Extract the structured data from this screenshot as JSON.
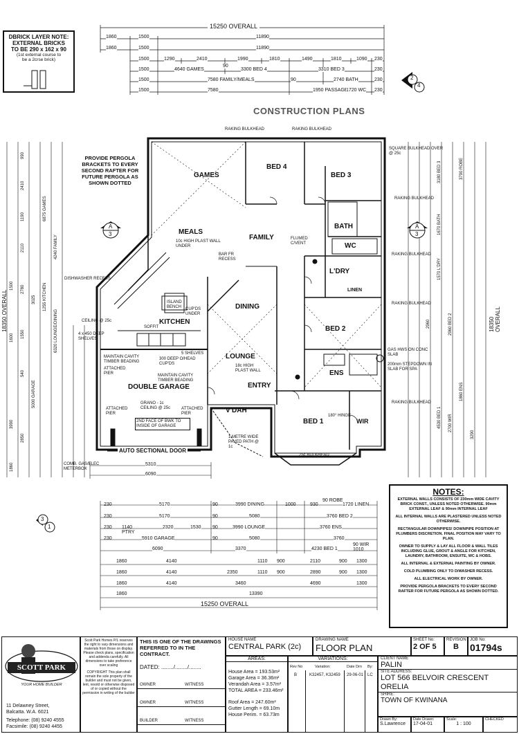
{
  "brick_note": {
    "title": "DBRICK LAYER NOTE:",
    "l1": "EXTERNAL BRICKS",
    "l2": "TO BE 290 x 162 x 90",
    "l3": "(1st external course to",
    "l4": "be a 2crse brick)"
  },
  "top_dims": {
    "overall": "15250 OVERALL",
    "r1": [
      "1860",
      "1500",
      "11890"
    ],
    "r2": [
      "1860",
      "1500",
      "11890"
    ],
    "r3": [
      "1500",
      "1290",
      "2410",
      "1990",
      "1810",
      "1490",
      "1810",
      "1090",
      "230"
    ],
    "r4": [
      "1500",
      "4640 GAMES",
      "90",
      "3300 BED 4",
      "3310 BED 3",
      "230"
    ],
    "r5": [
      "1500",
      "7580 FAMILY/MEALS",
      "90",
      "2740 BATH",
      "230"
    ],
    "r6": [
      "1500",
      "7580",
      "1950 PASSAGE",
      "1720 WC",
      "230"
    ]
  },
  "heading": "CONSTRUCTION PLANS",
  "pergola_note": [
    "PROVIDE PERGOLA",
    "BRACKETS TO EVERY",
    "SECOND RAFTER FOR",
    "FUTURE PERGOLA AS",
    "SHOWN DOTTED"
  ],
  "rooms": {
    "games": "GAMES",
    "bed4": "BED 4",
    "bed3": "BED 3",
    "meals": "MEALS",
    "family": "FAMILY",
    "bath": "BATH",
    "wc": "WC",
    "ldry": "L'DRY",
    "linen": "LINEN",
    "dining": "DINING",
    "kitchen": "KITCHEN",
    "bed2": "BED 2",
    "lounge": "LOUNGE",
    "ens": "ENS",
    "entry": "ENTRY",
    "vdah": "V'DAH",
    "double_garage": "DOUBLE GARAGE",
    "bed1": "BED 1",
    "wir": "WIR",
    "auto_door": "AUTO SECTIONAL DOOR"
  },
  "annotations": {
    "raking_bulkhead": "RAKING BULKHEAD",
    "square_bulkhead": "SQUARE BULKHEAD OVER @ 25c",
    "dishwasher": "DISHWASHER RECESS",
    "high_plast": "10c HIGH PLAST WALL UNDER",
    "bar_fr": "BAR FR RECESS",
    "island": "ISLAND BENCH",
    "cupds": "CUP'DS UNDER",
    "ceiling": "CEILING @ 25c",
    "shelves": "4 x 450 DEEP SHELVES",
    "soffit": "SOFFIT",
    "five_shelves": "5 SHELVES",
    "cupds_300": "300 DEEP O/HEAD CUP'DS",
    "cavity1": "MAINTAIN CAVITY TIMBER BEADING",
    "cavity2": "MAINTAIN CAVITY TIMBER BEADING",
    "attached": "ATTACHED PIER",
    "grano": "GRANO - 1c CEILING @ 25c",
    "bwk_face": "2ND FACE OF BWK TO INSIDE OF GARAGE",
    "gas_hws": "GAS HWS ON CONC SLAB",
    "step_down": "200mm STEPDOWN IN SLAB FOR SPA",
    "flumed": "FLUMED C/VENT",
    "paved": "1 METRE WIDE PAVED PATH @ 1c",
    "meterbox": "COMB. GAS/ELEC METERBOX",
    "bulkhead_25": "25c BULKHEAD",
    "hinge": "180° HINGE",
    "lounge_wall": "18c HIGH PLAST WALL"
  },
  "left_dims": {
    "overall": "18350 OVERALL",
    "items": [
      "990",
      "2410",
      "1190",
      "6875 GAMES",
      "4240 FAMILY",
      "2110",
      "1500",
      "2780",
      "3025",
      "1255 KITCHEN",
      "1550",
      "1600",
      "6320 LOUNGE/DINING",
      "540",
      "5000 GARAGE",
      "3990",
      "2850",
      "1860"
    ]
  },
  "right_dims": {
    "overall": "18350 OVERALL",
    "items": [
      "3180 BED 3",
      "3790 ROBE",
      "1670 BATH",
      "1570 L'DRY",
      "2960",
      "2960 BED 2",
      "4530 BED 1",
      "2700 WIR",
      "3290",
      "1860 ENS"
    ]
  },
  "bottom_dims": {
    "overall": "15250 OVERALL",
    "r1": [
      "230",
      "5170",
      "90",
      "3990 DINING",
      "1000",
      "930",
      "90 ROBE",
      "1720 LINEN"
    ],
    "r2": [
      "230",
      "5170",
      "90",
      "5080",
      "3760 BED 2"
    ],
    "r3": [
      "230",
      "1140 PTRY",
      "2320",
      "1530",
      "90",
      "3990 LOUNGE",
      "3760 ENS"
    ],
    "r4": [
      "230",
      "5910 GARAGE",
      "90",
      "5080",
      "3760"
    ],
    "r5": [
      "6090",
      "3370",
      "4230 BED 1",
      "90 WIR 1010"
    ],
    "r6": [
      "1860",
      "4140",
      "1110",
      "900",
      "2110",
      "900",
      "1300"
    ],
    "r7": [
      "1860",
      "4140",
      "2350",
      "1110",
      "900",
      "2890",
      "900",
      "1300"
    ],
    "r8": [
      "1860",
      "4140",
      "3460",
      "4690",
      "1300"
    ],
    "r9": [
      "1860",
      "13390"
    ],
    "garage_w": "5310",
    "garage_total": "6090"
  },
  "notes": {
    "title": "NOTES:",
    "items": [
      "EXTERNAL WALLS CONSISTS OF 230mm WIDE CAVITY BRICK CONST., UNLESS NOTED OTHERWISE. 90mm EXTERNAL LEAF & 90mm INTERNAL LEAF",
      "ALL INTERNAL WALLS ARE PLASTERED UNLESS NOTED OTHERWISE.",
      "RECTANGULAR DOWNPIPES! DOWNPIPE POSITION AT PLUMBERS DISCRETION. FINAL POSITION MAY VARY TO PLAN.",
      "OWNER TO SUPPLY & LAY ALL FLOOR & WALL TILES INCLUDING GLUE, GROUT & ANGLE FOR KITCHEN, LAUNDRY, BATHROOM, ENSUITE, WC & HOBS.",
      "ALL INTERNAL & EXTERNAL PAINTING BY OWNER.",
      "COLD PLUMBING ONLY TO D/WASHER RECESS.",
      "ALL ELECTRICAL WORK BY OWNER.",
      "PROVIDE PERGOLA BRACKETS TO EVERY SECOND RAFTER FOR FUTURE PERGOLA AS SHOWN DOTTED."
    ]
  },
  "title_block": {
    "logo": "SCOTT PARK",
    "logo_tag": "YOUR HOME BUILDER",
    "address1": "11 Delawney Street,",
    "address2": "Balcatta. W.A.   6021",
    "tel": "Telephone: (08) 9240 4555",
    "fax": "Facsimile:  (08) 9240 4455",
    "disclaimer": "Scott Park Homes P/L reserves the right to vary dimensions and materials from those on display. Please check plans, specification and addenda carefully. All dimensions to take preference over scaling",
    "copyright": "COPYRIGHT This plan shall remain the sole property of the builder and must not be given, lent, resold or otherwise disposed of or copied without the permission in writing of the builder",
    "contract_note": "THIS IS ONE OF THE DRAWINGS REFERRED TO IN THE CONTRACT.",
    "dated": "DATED:  ......../......../........",
    "owner1": "OWNER",
    "witness1": "WITNESS",
    "owner2": "OWNER",
    "witness2": "WITNESS",
    "builder": "BUILDER",
    "witness3": "WITNESS",
    "house_name_label": "HOUSE NAME",
    "house_name": "CENTRAL PARK (2c)",
    "areas_label": "AREAS:",
    "house_area": "House Area = 193.53m²",
    "garage_area": "Garage Area = 36.36m²",
    "verandah_area": "Verandah Area = 3.57m²",
    "total_area": "TOTAL AREA = 233.46m²",
    "roof_area": "Roof Area = 247.60m²",
    "gutter": "Gutter Length = 69.10m",
    "perim": "House Perim. = 63.73m",
    "drawing_name_label": "DRAWING NAME",
    "drawing_name": "FLOOR PLAN",
    "variations_label": "VARIATIONS:",
    "rev_no_label": "Rev No",
    "variation_label": "Variation:",
    "date_drn_label": "Date Drn",
    "by_label": "By:",
    "rev_no": "B",
    "variation": "K32457, K32459",
    "date_drn": "29-06-01",
    "by": "LC",
    "sheet_label": "SHEET No:",
    "sheet": "2 OF 5",
    "revision_label": "REVISION",
    "revision": "B",
    "job_label": "JOB No:",
    "job": "01794s",
    "client_label": "CLIENT NAME",
    "client": "PALIN",
    "site_label": "SITE ADDRESS:",
    "site1": "LOT 566 BELVOIR CRESCENT",
    "site2": "ORELIA",
    "shire_label": "SHIRE:",
    "shire": "TOWN OF KWINANA",
    "drawn_label": "Drawn By:",
    "drawn": "S.Lawrence",
    "date_drawn_label": "Date Drawn:",
    "date_drawn": "17-04-01",
    "scale_label": "Scale:",
    "scale": "1 : 100",
    "checked_label": "CHECKED"
  },
  "section_marks": {
    "a3_left": "A",
    "a3_left_n": "3",
    "a3_right": "A",
    "a3_right_n": "3",
    "top_2": "2",
    "top_4": "4",
    "bot_3": "3",
    "bot_1": "1"
  }
}
